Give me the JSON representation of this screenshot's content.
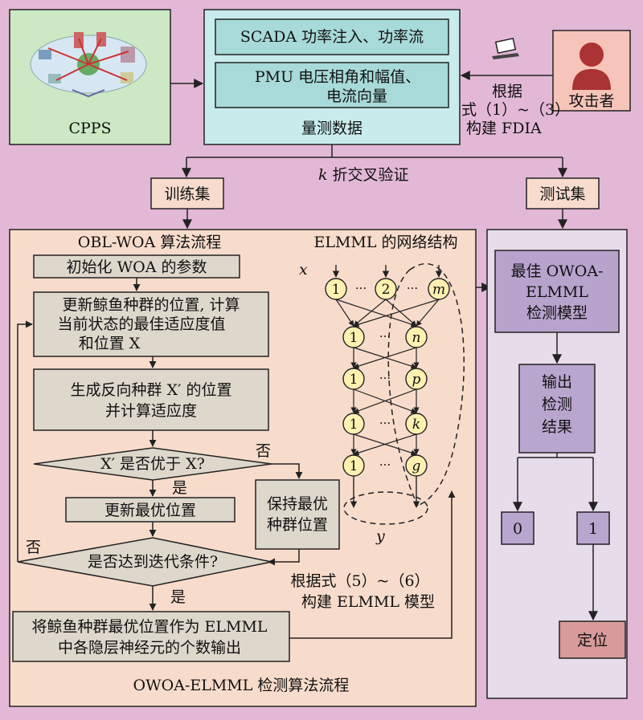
{
  "colors": {
    "background": "#e3b8d6",
    "cpps_box": "#cce8c4",
    "measure_box": "#c8ecec",
    "measure_inner": "#a7dad8",
    "attacker_box": "#f6c4b8",
    "set_box": "#f7dccd",
    "process_panel": "#f8dccb",
    "step_box": "#ddd7cc",
    "right_panel": "#e7dcea",
    "model_box": "#b8a3cd",
    "output_box": "#b9a6ce",
    "locate_box": "#d99a9a",
    "neuron": "#fdf0b0"
  },
  "cpps": {
    "label": "CPPS",
    "icon": "power-grid-image"
  },
  "measure": {
    "scada": "SCADA 功率注入、功率流",
    "pmu_line1": "PMU 电压相角和幅值、",
    "pmu_line2": "电流向量",
    "caption": "量测数据"
  },
  "attacker": {
    "label": "攻击者",
    "icon": "person-icon",
    "laptop_icon": "laptop-icon"
  },
  "fdia": {
    "line1": "根据",
    "line2": "式（1）~（3）",
    "line3": "构建 FDIA"
  },
  "kfold": {
    "k": "k",
    "text": " 折交叉验证"
  },
  "train_set": "训练集",
  "test_set": "测试集",
  "process": {
    "title": "OBL-WOA 算法流程",
    "init": "初始化 WOA 的参数",
    "update_line1": "更新鲸鱼种群的位置, 计算",
    "update_line2": "当前状态的最佳适应度值",
    "update_line3": "和位置 X",
    "reverse_line1": "生成反向种群 X′ 的位置",
    "reverse_line2": "并计算适应度",
    "decision1": "X′ 是否优于 X?",
    "no": "否",
    "yes": "是",
    "update_best": "更新最优位置",
    "keep_line1": "保持最优",
    "keep_line2": "种群位置",
    "decision2": "是否达到迭代条件?",
    "output_line1": "将鲸鱼种群最优位置作为 ELMML",
    "output_line2": "中各隐层神经元的个数输出",
    "build_line1": "根据式（5）~（6）",
    "build_line2": "构建 ELMML 模型",
    "footer": "OWOA-ELMML 检测算法流程"
  },
  "network": {
    "title": "ELMML 的网络结构",
    "input_label": "x",
    "output_label": "y",
    "ellipsis": "···",
    "layers": [
      [
        "1",
        "2",
        "m"
      ],
      [
        "1",
        "n"
      ],
      [
        "1",
        "p"
      ],
      [
        "1",
        "k"
      ],
      [
        "1",
        "g"
      ]
    ]
  },
  "right": {
    "model_line1": "最佳 OWOA-",
    "model_line2": "ELMML",
    "model_line3": "检测模型",
    "output_line1": "输出",
    "output_line2": "检测",
    "output_line3": "结果",
    "zero": "0",
    "one": "1",
    "locate": "定位"
  }
}
